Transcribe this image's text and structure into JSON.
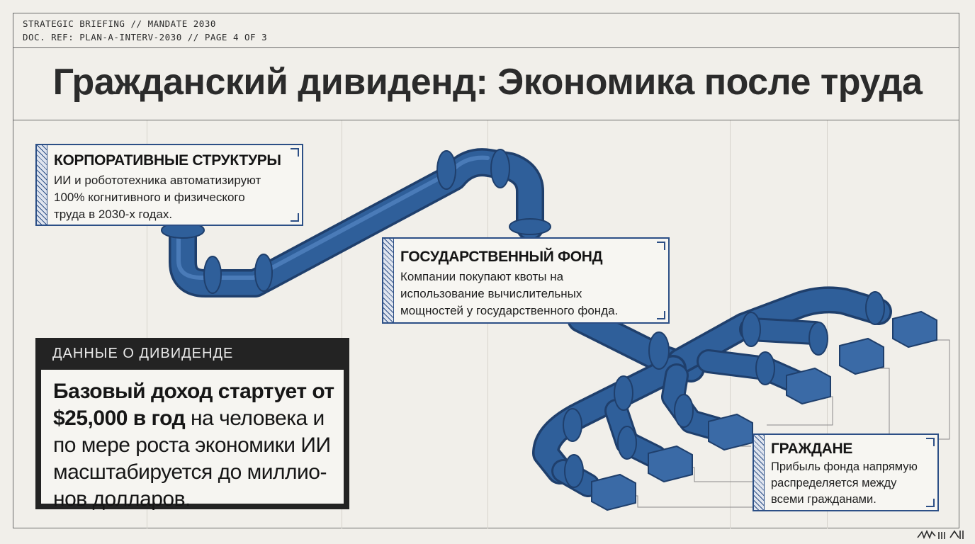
{
  "header": {
    "line1": "STRATEGIC BRIEFING // MANDATE 2030",
    "line2": "DOC. REF: PLAN-A-INTERV-2030 // PAGE 4 OF 3"
  },
  "title": "Гражданский дивиденд: Экономика после труда",
  "nodes": {
    "corporate": {
      "title": "КОРПОРАТИВНЫЕ СТРУКТУРЫ",
      "line1": "ИИ и робототехника автоматизируют",
      "line2": "100% когнитивного и физического",
      "line3": "труда в 2030-х годах."
    },
    "state_fund": {
      "title": "ГОСУДАРСТВЕННЫЙ ФОНД",
      "line1": "Компании покупают квоты на",
      "line2": "использование вычислительных",
      "line3": "мощностей у государственного фонда."
    },
    "citizens": {
      "title": "ГРАЖДАНЕ",
      "line1": "Прибыль фонда напрямую",
      "line2": "распределяется между",
      "line3": "всеми гражданами."
    }
  },
  "dividend": {
    "header": "ДАННЫЕ О ДИВИДЕНДЕ",
    "bold1": "Базовый доход стартует от",
    "bold2": "$25,000 в год",
    "rest1": " на человека и",
    "line3": "по мере роста экономики ИИ",
    "line4": "масштабируется до миллио-",
    "line5": "нов долларов."
  },
  "colors": {
    "pipe": "#2f5f9a",
    "pipe_dark": "#1f3f6c",
    "pipe_light": "#4a7bb8",
    "box_border": "#2c4f86",
    "data_header_bg": "#232323"
  }
}
